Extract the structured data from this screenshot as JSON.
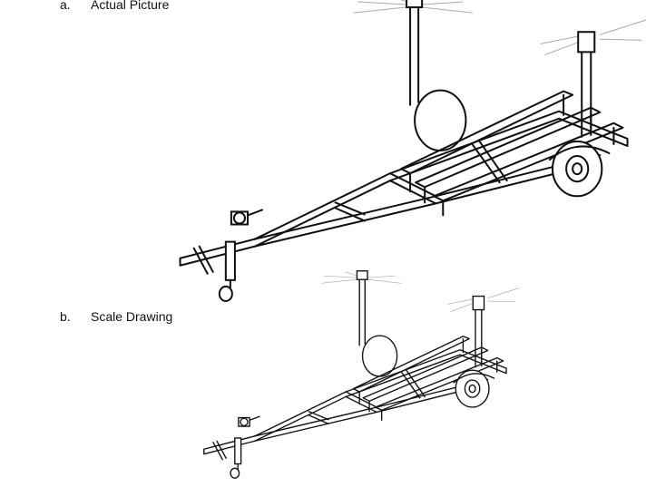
{
  "items": [
    {
      "marker": "a.",
      "title": "Actual Picture"
    },
    {
      "marker": "b.",
      "title": "Scale Drawing"
    }
  ],
  "illustration": {
    "subject": "boat-trailer",
    "style": "black line art"
  }
}
